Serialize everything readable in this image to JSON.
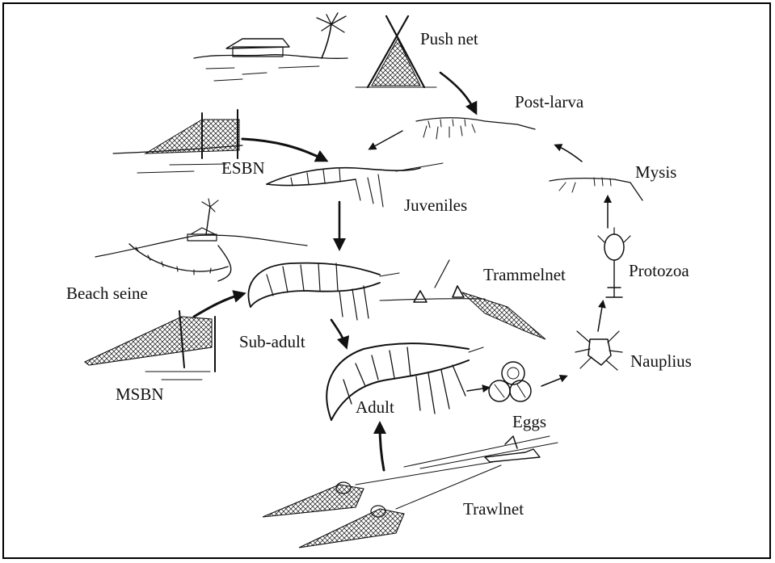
{
  "labels": {
    "push_net": "Push net",
    "post_larva": "Post-larva",
    "mysis": "Mysis",
    "esbn": "ESBN",
    "juveniles": "Juveniles",
    "protozoa": "Protozoa",
    "trammelnet": "Trammelnet",
    "beach_seine": "Beach seine",
    "sub_adult": "Sub-adult",
    "nauplius": "Nauplius",
    "msbn": "MSBN",
    "adult": "Adult",
    "eggs": "Eggs",
    "trawlnet": "Trawlnet"
  }
}
